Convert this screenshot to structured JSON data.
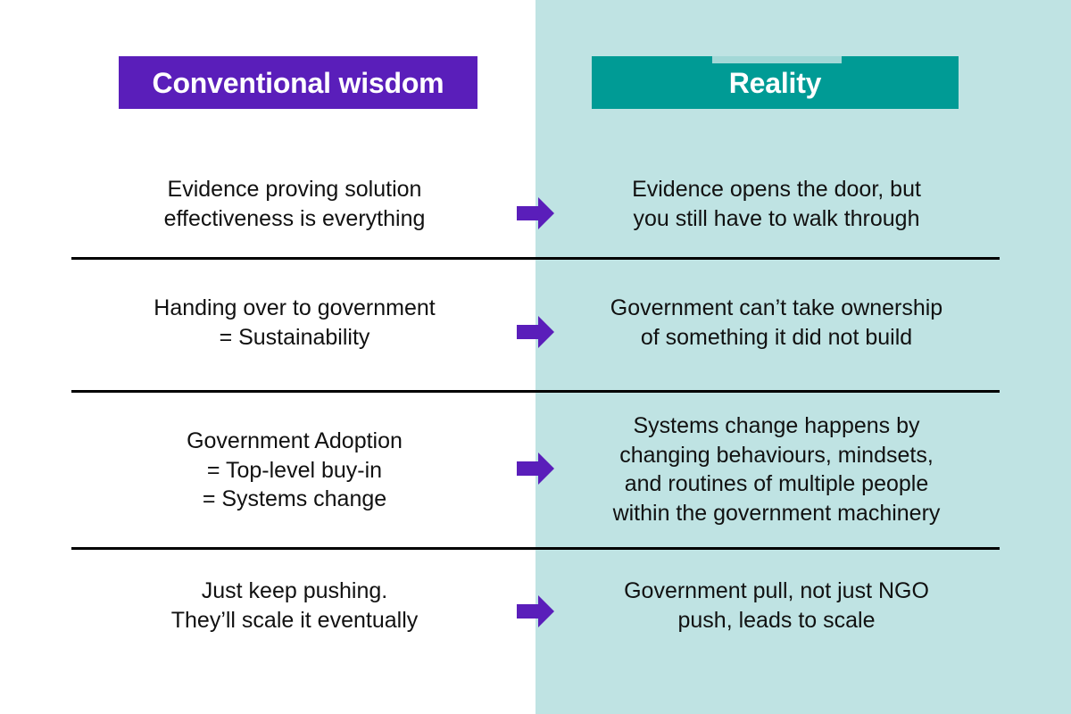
{
  "theme": {
    "left_header_bg": "#5a1eba",
    "right_header_bg": "#009b95",
    "right_panel_bg": "#bfe3e3",
    "header_text_color": "#ffffff",
    "body_text_color": "#111111",
    "arrow_color": "#5a1eba",
    "divider_color": "#000000"
  },
  "headers": {
    "left": "Conventional wisdom",
    "right": "Reality"
  },
  "rows": [
    {
      "left": "Evidence proving solution\neffectiveness is everything",
      "arrow": "right-arrow-icon",
      "right": "Evidence opens the door, but\nyou still have to walk through"
    },
    {
      "left": "Handing over to government\n= Sustainability",
      "arrow": "right-arrow-icon",
      "right": "Government can’t take ownership\nof something it did not build"
    },
    {
      "left": "Government Adoption\n= Top-level buy-in\n= Systems change",
      "arrow": "right-arrow-icon",
      "right": "Systems change happens by\nchanging behaviours, mindsets,\nand routines of multiple people\nwithin the government machinery"
    },
    {
      "left": "Just keep pushing.\nThey’ll scale it eventually",
      "arrow": "right-arrow-icon",
      "right": "Government pull, not just NGO\npush, leads to scale"
    }
  ]
}
